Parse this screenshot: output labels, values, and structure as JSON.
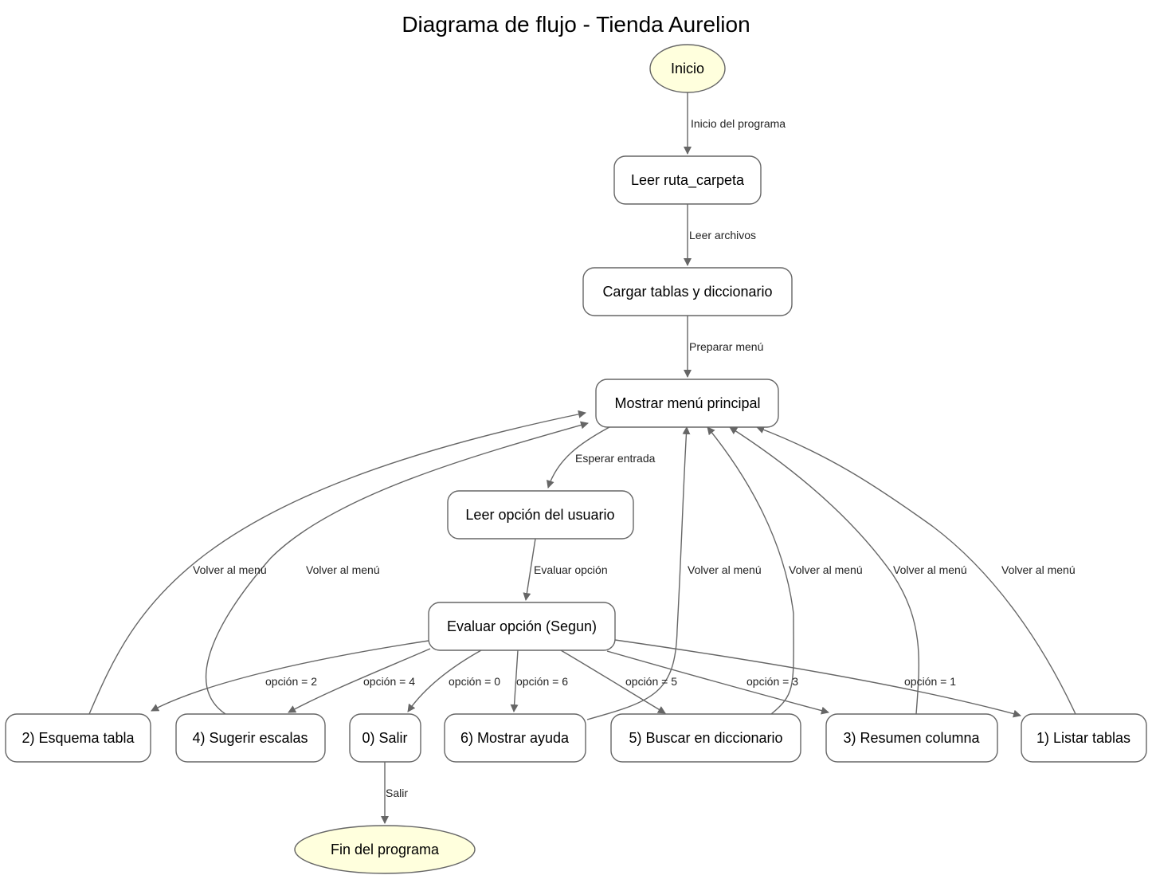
{
  "title": "Diagrama de flujo - Tienda Aurelion",
  "colors": {
    "terminal_fill": "#ffffdd",
    "node_fill": "#ffffff",
    "stroke": "#666666"
  },
  "nodes": {
    "inicio": "Inicio",
    "leer_ruta": "Leer ruta_carpeta",
    "cargar": "Cargar tablas y diccionario",
    "menu": "Mostrar menú principal",
    "leer_opcion": "Leer opción del usuario",
    "evaluar": "Evaluar opción (Segun)",
    "esquema": "2) Esquema tabla",
    "sugerir": "4) Sugerir escalas",
    "salir": "0) Salir",
    "ayuda": "6) Mostrar ayuda",
    "buscar": "5) Buscar en diccionario",
    "resumen": "3) Resumen columna",
    "listar": "1) Listar tablas",
    "fin": "Fin del programa"
  },
  "edges": {
    "inicio_programa": "Inicio del programa",
    "leer_archivos": "Leer archivos",
    "preparar_menu": "Preparar menú",
    "esperar_entrada": "Esperar entrada",
    "evaluar_opcion": "Evaluar opción",
    "opcion_2": "opción = 2",
    "opcion_4": "opción = 4",
    "opcion_0": "opción = 0",
    "opcion_6": "opción = 6",
    "opcion_5": "opción = 5",
    "opcion_3": "opción = 3",
    "opcion_1": "opción = 1",
    "volver_2": "Volver al menú",
    "volver_4": "Volver al menú",
    "volver_6": "Volver al menú",
    "volver_5": "Volver al menú",
    "volver_3": "Volver al menú",
    "volver_1": "Volver al menú",
    "salir": "Salir"
  }
}
